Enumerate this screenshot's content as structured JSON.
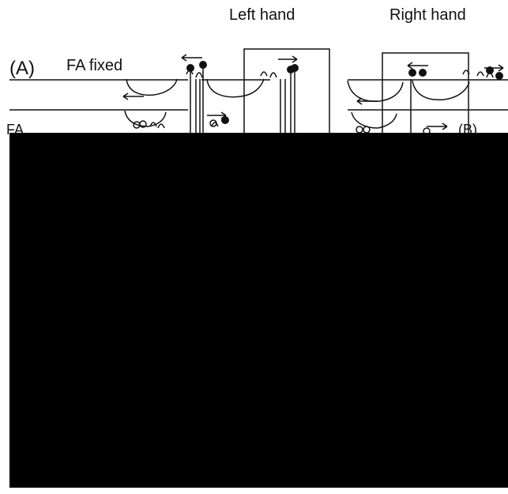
{
  "headers": {
    "left_hand": "Left hand",
    "right_hand": "Right hand"
  },
  "panel_a": {
    "label": "(A)",
    "condition": "FA fixed"
  },
  "fragments": {
    "row_label_partial": "FA",
    "panel_b_partial": "(B)"
  },
  "colors": {
    "line": "#111111",
    "mask": "#000000",
    "background": "#ffffff"
  },
  "icons": [
    "hand-icon",
    "finger-dot-icon",
    "arrow-left-icon",
    "arrow-right-icon"
  ]
}
